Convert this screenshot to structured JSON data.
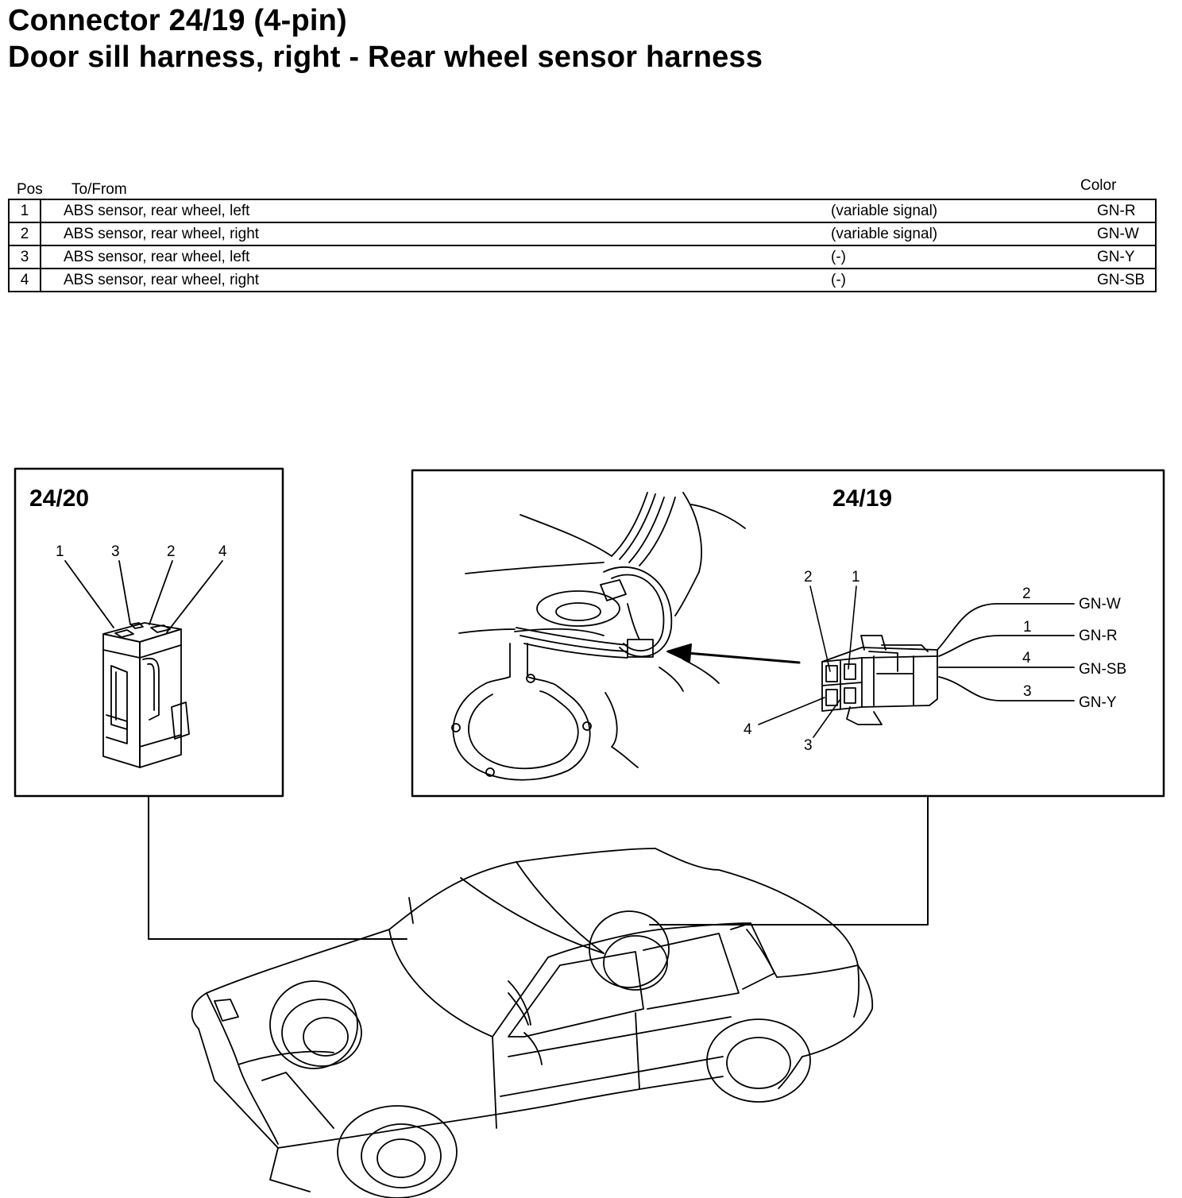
{
  "title": {
    "line1": "Connector 24/19 (4-pin)",
    "line2": "Door sill harness, right - Rear wheel sensor harness"
  },
  "table": {
    "headers": {
      "pos": "Pos",
      "to_from": "To/From",
      "color": "Color"
    },
    "rows": [
      {
        "pos": "1",
        "to_from": "ABS sensor, rear wheel, left",
        "signal": "(variable signal)",
        "color": "GN-R"
      },
      {
        "pos": "2",
        "to_from": "ABS sensor, rear wheel, right",
        "signal": "(variable signal)",
        "color": "GN-W"
      },
      {
        "pos": "3",
        "to_from": "ABS sensor, rear wheel, left",
        "signal": "(-)",
        "color": "GN-Y"
      },
      {
        "pos": "4",
        "to_from": "ABS sensor, rear wheel, right",
        "signal": "(-)",
        "color": "GN-SB"
      }
    ]
  },
  "left_panel": {
    "title": "24/20",
    "pin_labels": [
      "1",
      "3",
      "2",
      "4"
    ]
  },
  "right_panel": {
    "title": "24/19",
    "connector_pin_labels": {
      "top_left": "2",
      "top_right": "1",
      "bottom_left": "4",
      "bottom_right": "3"
    },
    "wires": [
      {
        "pin": "2",
        "color": "GN-W"
      },
      {
        "pin": "1",
        "color": "GN-R"
      },
      {
        "pin": "4",
        "color": "GN-SB"
      },
      {
        "pin": "3",
        "color": "GN-Y"
      }
    ]
  }
}
